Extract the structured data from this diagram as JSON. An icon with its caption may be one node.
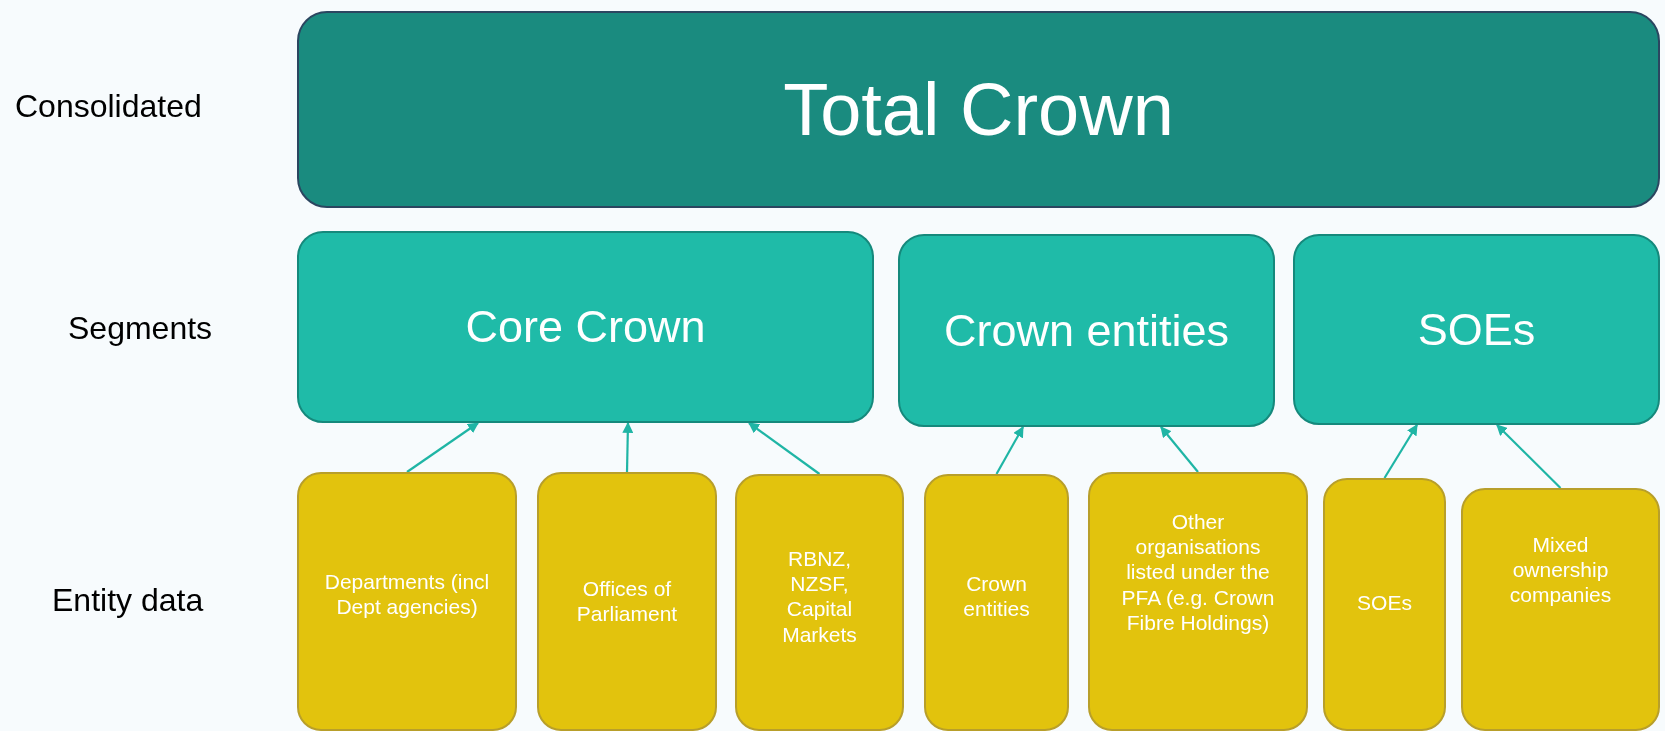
{
  "diagram": {
    "nodes": [
      {
        "text": [
          "Total Crown"
        ]
      },
      {
        "text": [
          "Core Crown"
        ]
      },
      {
        "text": [
          "Crown entities"
        ]
      },
      {
        "text": [
          "SOEs"
        ]
      },
      {
        "text": [
          "Departments (incl Dept agencies)"
        ]
      },
      {
        "text": [
          "Offices of Parliament"
        ]
      },
      {
        "text": [
          "RBNZ, NZSF, Capital Markets"
        ]
      },
      {
        "text": [
          "Crown entities"
        ]
      },
      {
        "text": [
          "Other organisations listed under the PFA (e.g. Crown Fibre Holdings)"
        ]
      },
      {
        "text": [
          "SOEs"
        ]
      },
      {
        "text": [
          "Mixed ownership companies"
        ]
      }
    ],
    "edges": [
      {
        "from": 4,
        "to": 1,
        "arrow": "to"
      },
      {
        "from": 5,
        "to": 1,
        "arrow": "to"
      },
      {
        "from": 6,
        "to": 1,
        "arrow": "to"
      },
      {
        "from": 7,
        "to": 2,
        "arrow": "to"
      },
      {
        "from": 8,
        "to": 2,
        "arrow": "to"
      },
      {
        "from": 9,
        "to": 3,
        "arrow": "to"
      },
      {
        "from": 10,
        "to": 3,
        "arrow": "to"
      }
    ],
    "labels": [
      "Consolidated",
      "Segments",
      "Entity data"
    ]
  }
}
